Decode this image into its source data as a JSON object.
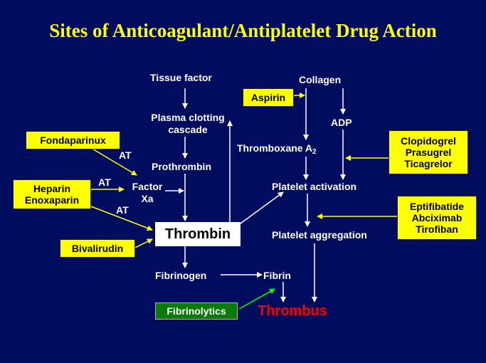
{
  "title": "Sites of Anticoagulant/Antiplatelet Drug Action",
  "coagulation": {
    "tissue_factor": "Tissue factor",
    "plasma_cascade_line1": "Plasma clotting",
    "plasma_cascade_line2": "cascade",
    "prothrombin": "Prothrombin",
    "factor_line1": "Factor",
    "factor_line2": "Xa",
    "thrombin": "Thrombin",
    "fibrinogen": "Fibrinogen",
    "fibrin": "Fibrin"
  },
  "platelet": {
    "collagen": "Collagen",
    "adp": "ADP",
    "thromboxane": "Thromboxane A",
    "thromboxane_sub": "2",
    "activation": "Platelet activation",
    "aggregation": "Platelet aggregation"
  },
  "outcome": {
    "thrombus": "Thrombus"
  },
  "at_labels": {
    "fondaparinux_at": "AT",
    "heparin_at": "AT",
    "enoxaparin_at": "AT"
  },
  "drugs": {
    "fondaparinux": "Fondaparinux",
    "heparin": "Heparin",
    "enoxaparin": "Enoxaparin",
    "bivalirudin": "Bivalirudin",
    "aspirin": "Aspirin",
    "clopidogrel": "Clopidogrel",
    "prasugrel": "Prasugrel",
    "ticagrelor": "Ticagrelor",
    "eptifibatide": "Eptifibatide",
    "abciximab": "Abciximab",
    "tirofiban": "Tirofiban",
    "fibrinolytics": "Fibrinolytics"
  },
  "colors": {
    "background": "#000c5e",
    "title": "#ffff00",
    "drug_box": "#ffff00",
    "fibrinolytics_box": "#0a7a0a",
    "thrombus": "#ff0000",
    "flow_arrow": "#ffffff",
    "drug_arrow": "#ffff00",
    "fibrinolytic_arrow": "#00ff00"
  }
}
